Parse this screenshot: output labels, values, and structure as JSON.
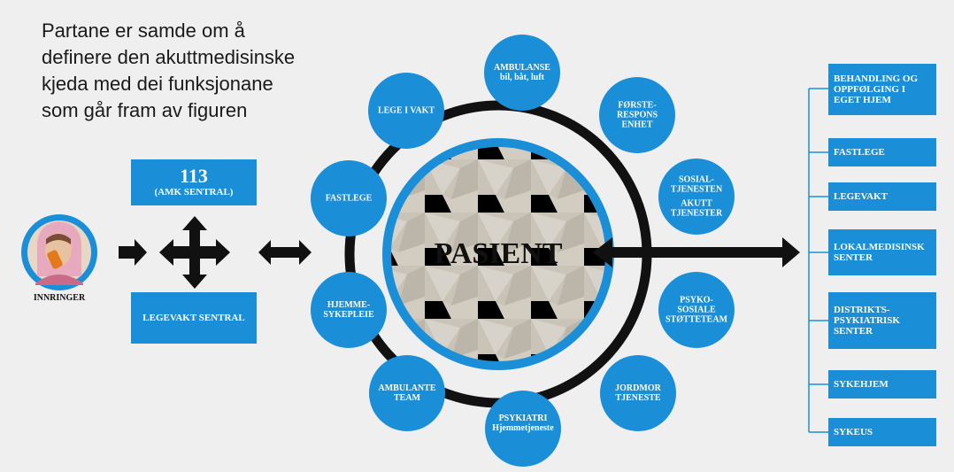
{
  "intro_text": [
    "Partane er samde om å",
    "definere den akuttmedisinske",
    "kjeda med dei funksjonane",
    "som går fram av figuren"
  ],
  "caller": {
    "label": "INNRINGER",
    "icon": "caller-on-phone-icon"
  },
  "central_box": {
    "number": "113",
    "label": "(AMK SENTRAL)"
  },
  "legevakt_sentral": "LEGEVAKT SENTRAL",
  "center_label": "PASIENT",
  "ring_nodes": [
    {
      "lines": [
        "AMBULANSE"
      ],
      "sub": "bil, båt, luft"
    },
    {
      "lines": [
        "FØRSTE-",
        "RESPONS",
        "ENHET"
      ]
    },
    {
      "lines": [
        "SOSIAL-",
        "TJENESTEN",
        "",
        "AKUTT",
        "TJENESTER"
      ]
    },
    {
      "lines": [
        "PSYKO-",
        "SOSIALE",
        "STØTTETEAM"
      ]
    },
    {
      "lines": [
        "JORDMOR",
        "TJENESTE"
      ]
    },
    {
      "lines": [
        "PSYKIATRI"
      ],
      "sub": "Hjemmetjeneste"
    },
    {
      "lines": [
        "AMBULANTE",
        "TEAM"
      ]
    },
    {
      "lines": [
        "HJEMME-",
        "SYKEPLEIE"
      ]
    },
    {
      "lines": [
        "FASTLEGE"
      ]
    },
    {
      "lines": [
        "LEGE I VAKT"
      ]
    }
  ],
  "right_boxes": [
    "BEHANDLING OG OPPFØLGING I EGET HJEM",
    "FASTLEGE",
    "LEGEVAKT",
    "LOKALMEDISINSK SENTER",
    "DISTRIKTS-PSYKIATRISK SENTER",
    "SYKEHJEM",
    "SYKEUS"
  ],
  "colors": {
    "blue": "#1a8fd8",
    "ring": "#111111",
    "pasient_fill": "#c9c3b8",
    "background": "#efefef"
  }
}
